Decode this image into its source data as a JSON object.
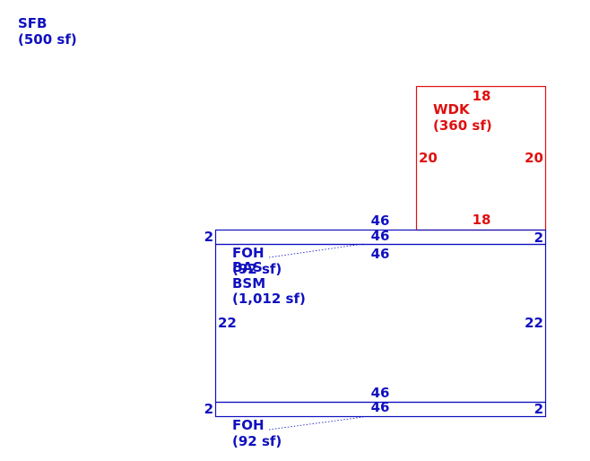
{
  "colors": {
    "living": "#1010c0",
    "deck": "#e01010"
  },
  "sfb": {
    "code": "SFB",
    "area": "(500 sf)"
  },
  "wdk": {
    "code": "WDK",
    "area": "(360 sf)",
    "top": "18",
    "bottom": "18",
    "left": "20",
    "right": "20"
  },
  "foh_top": {
    "code": "FOH",
    "area": "(92 sf)",
    "top": "46",
    "bottom": "46",
    "left": "2",
    "right": "2"
  },
  "bas": {
    "code": "BAS"
  },
  "bsm": {
    "code": "BSM",
    "area": "(1,012 sf)",
    "top": "46",
    "bottom": "46",
    "left": "22",
    "right": "22"
  },
  "foh_bottom": {
    "code": "FOH",
    "area": "(92 sf)",
    "top": "46",
    "bottom": "46",
    "left": "2",
    "right": "2"
  }
}
